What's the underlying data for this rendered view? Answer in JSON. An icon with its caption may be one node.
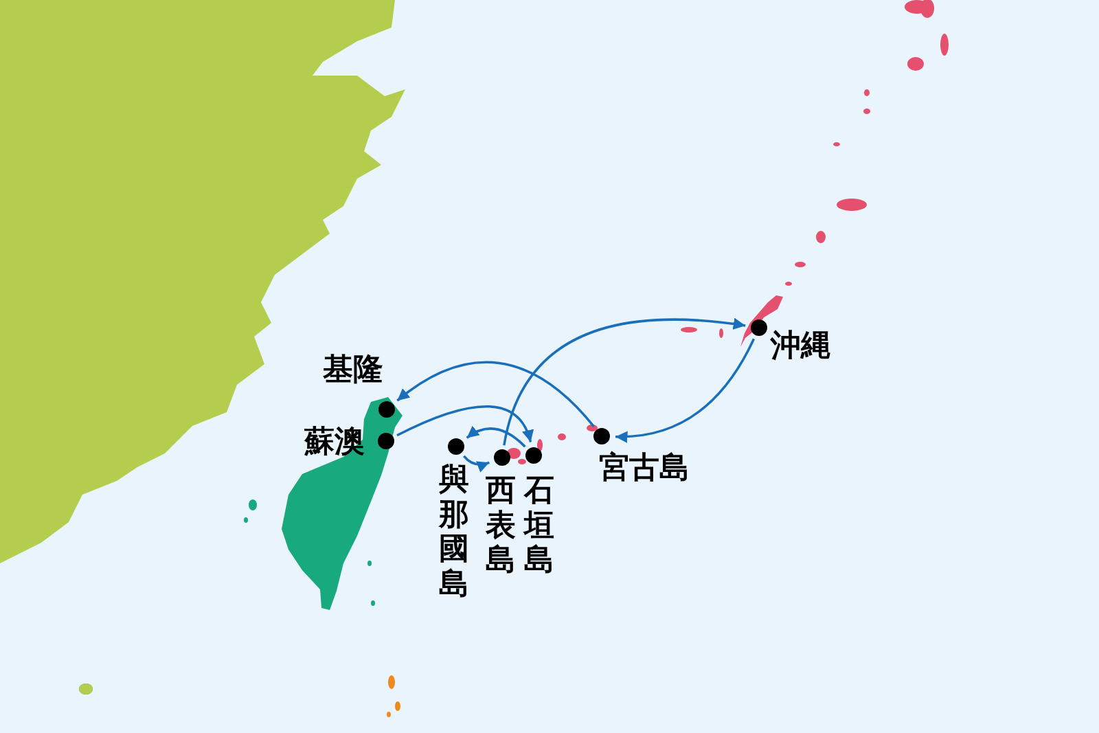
{
  "diagram": {
    "nodes": [
      {
        "text": [],
        "shape": "circle",
        "beside": [
          "基隆"
        ]
      },
      {
        "text": [],
        "shape": "circle",
        "beside": [
          "蘇澳"
        ]
      },
      {
        "text": [],
        "shape": "circle",
        "beside": [
          "與那國島"
        ]
      },
      {
        "text": [],
        "shape": "circle",
        "beside": [
          "西表島"
        ]
      },
      {
        "text": [],
        "shape": "circle",
        "beside": [
          "石垣島"
        ]
      },
      {
        "text": [],
        "shape": "circle",
        "beside": [
          "宮古島"
        ]
      },
      {
        "text": [],
        "shape": "circle",
        "beside": [
          "沖縄"
        ]
      }
    ],
    "edges": [
      {
        "from": 5,
        "to": 0,
        "arrow": "to"
      },
      {
        "from": 1,
        "to": 4,
        "arrow": "to"
      },
      {
        "from": 4,
        "to": 2,
        "arrow": "to"
      },
      {
        "from": 2,
        "to": 3,
        "arrow": "to"
      },
      {
        "from": 3,
        "to": 6,
        "arrow": "to"
      },
      {
        "from": 6,
        "to": 5,
        "arrow": "to"
      }
    ]
  }
}
